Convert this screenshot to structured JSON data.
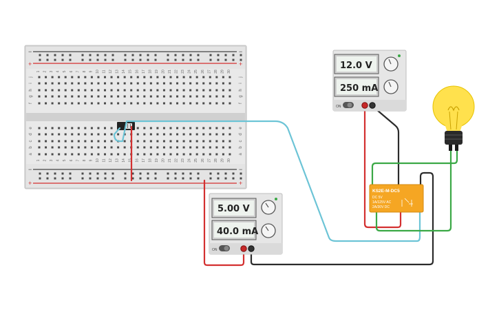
{
  "breadboard": {
    "columns": [
      "1",
      "2",
      "3",
      "4",
      "5",
      "6",
      "7",
      "8",
      "9",
      "10",
      "11",
      "12",
      "13",
      "14",
      "15",
      "16",
      "17",
      "18",
      "19",
      "20",
      "21",
      "22",
      "23",
      "24",
      "25",
      "26",
      "27",
      "28",
      "29",
      "30"
    ],
    "rows_top": [
      "j",
      "i",
      "h",
      "g",
      "f"
    ],
    "rows_bottom": [
      "e",
      "d",
      "c",
      "b",
      "a"
    ],
    "rail_minus": "−",
    "rail_plus": "+"
  },
  "psu_top": {
    "voltage": "12.0 V",
    "current": "250 mA",
    "on_label": "ON"
  },
  "psu_bottom": {
    "voltage": "5.00 V",
    "current": "40.0 mA",
    "on_label": "ON"
  },
  "relay": {
    "model": "KS2E-M-DC5",
    "line1": "DC 5V",
    "line2": "1A/125V AC",
    "line3": "2A/30V DC"
  },
  "colors": {
    "wire_red": "#d32f2f",
    "wire_black": "#2b2b2b",
    "wire_blue": "#6cc4d6",
    "wire_green": "#3aa845",
    "relay_body": "#f5a623",
    "bulb": "#ffe14d",
    "breadboard": "#dcdcdc"
  },
  "icons": [
    "lightbulb-icon",
    "knob-icon",
    "slide-switch-icon"
  ]
}
